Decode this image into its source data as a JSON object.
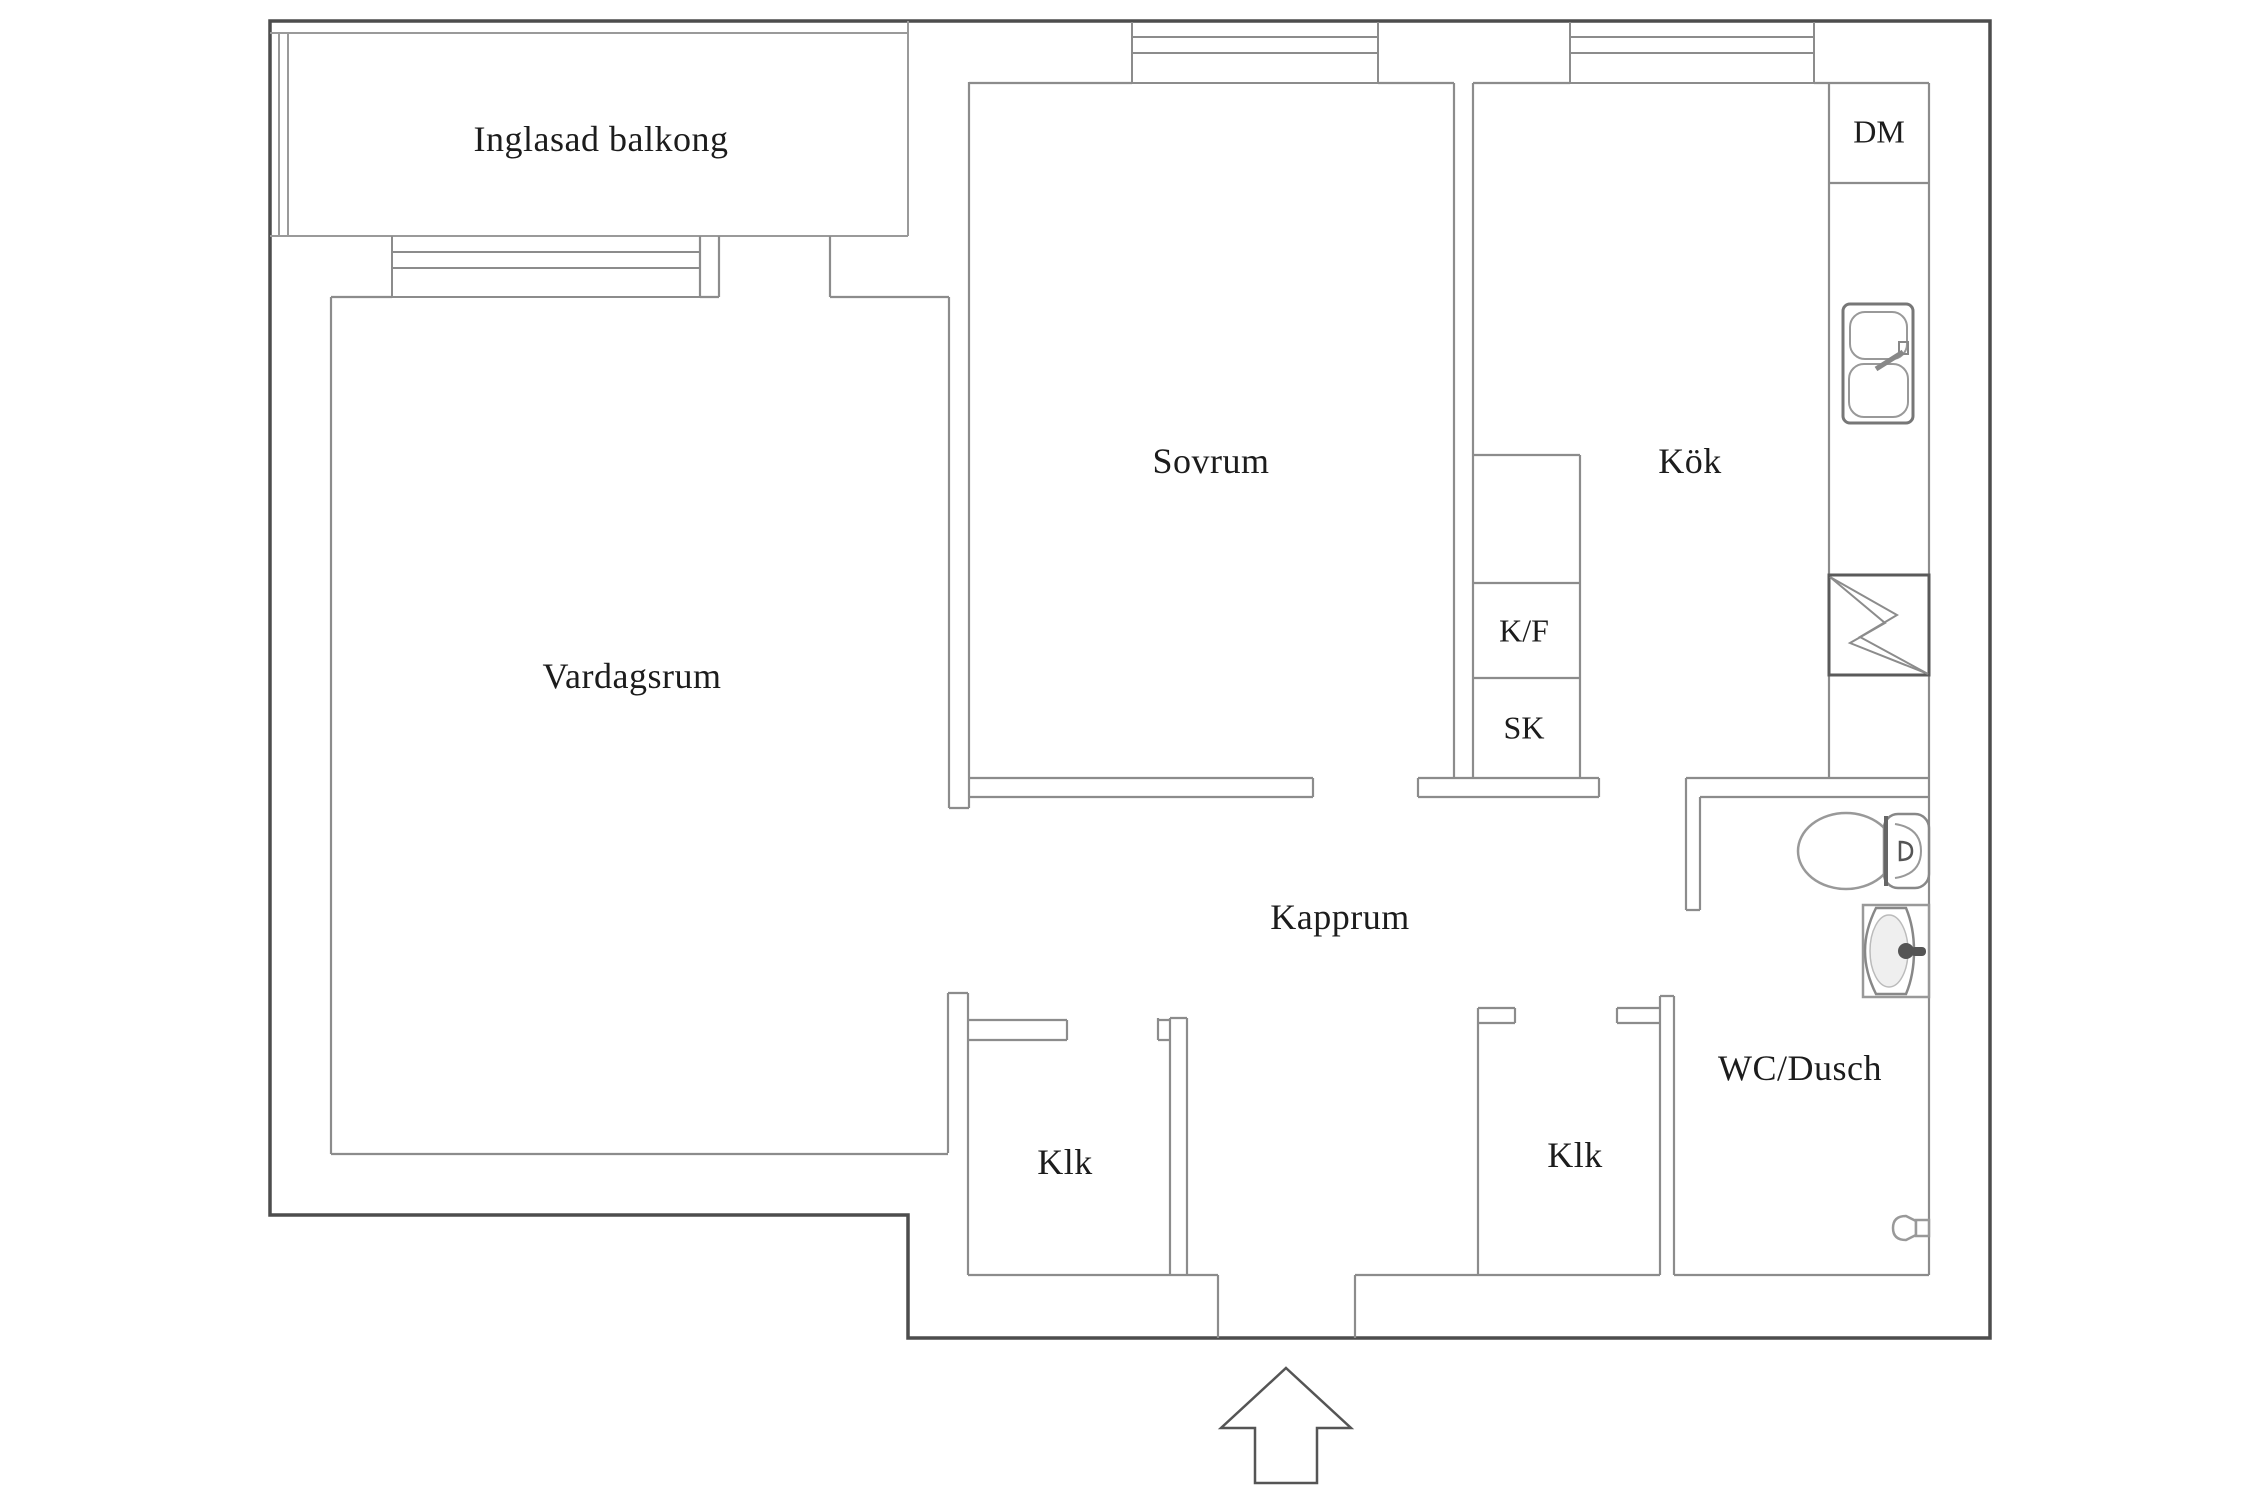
{
  "floorplan": {
    "rooms": {
      "balcony": {
        "label": "Inglasad balkong"
      },
      "living_room": {
        "label": "Vardagsrum"
      },
      "bedroom": {
        "label": "Sovrum"
      },
      "kitchen": {
        "label": "Kök"
      },
      "hall": {
        "label": "Kapprum"
      },
      "closet_left": {
        "label": "Klk"
      },
      "closet_right": {
        "label": "Klk"
      },
      "bathroom": {
        "label": "WC/Dusch"
      }
    },
    "fixtures": {
      "dishwasher": {
        "label": "DM"
      },
      "fridge_freezer": {
        "label": "K/F"
      },
      "tall_cabinet": {
        "label": "SK"
      }
    },
    "colors": {
      "outer_wall": "#4d4d4d",
      "inner_wall": "#8c8c8c",
      "fixture_line": "#999999",
      "text": "#1c1c1c",
      "background": "#ffffff"
    }
  }
}
